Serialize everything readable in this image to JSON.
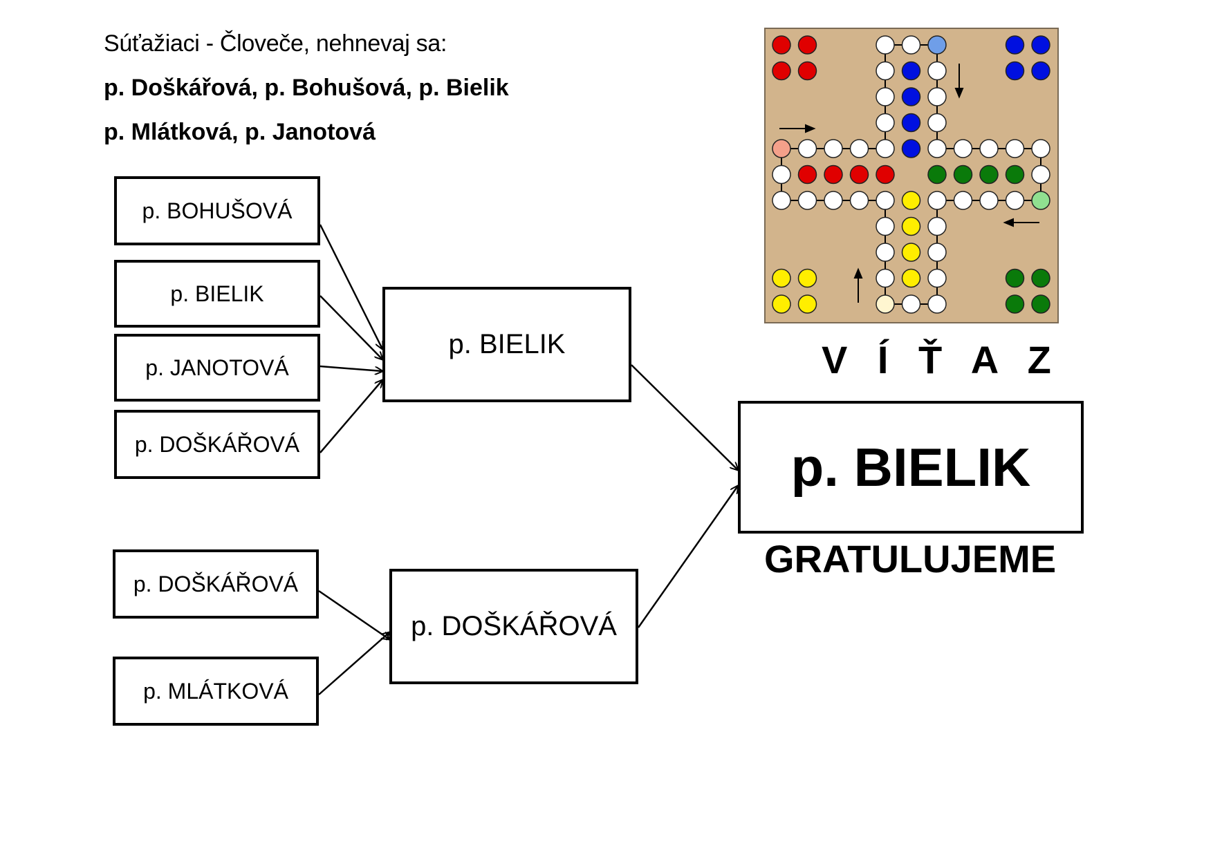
{
  "header": {
    "title": "Súťažiaci - Človeče, nehnevaj sa:",
    "line1": "p. Doškářová, p. Bohušová, p. Bielik",
    "line2": "p. Mlátková, p. Janotová"
  },
  "bracket": {
    "group1": [
      "p. BOHUŠOVÁ",
      "p. BIELIK",
      "p. JANOTOVÁ",
      "p. DOŠKÁŘOVÁ"
    ],
    "group2": [
      "p. DOŠKÁŘOVÁ",
      "p. MLÁTKOVÁ"
    ],
    "semifinal1": "p. BIELIK",
    "semifinal2": "p. DOŠKÁŘOVÁ",
    "winner": "p. BIELIK"
  },
  "winner_heading": "V Í Ť A Z",
  "congrats": "GRATULUJEME",
  "board": {
    "background": "#d2b48c",
    "colors": {
      "red": "#e00000",
      "blue": "#0010e0",
      "yellow": "#ffee00",
      "green": "#0a7a0a"
    }
  }
}
